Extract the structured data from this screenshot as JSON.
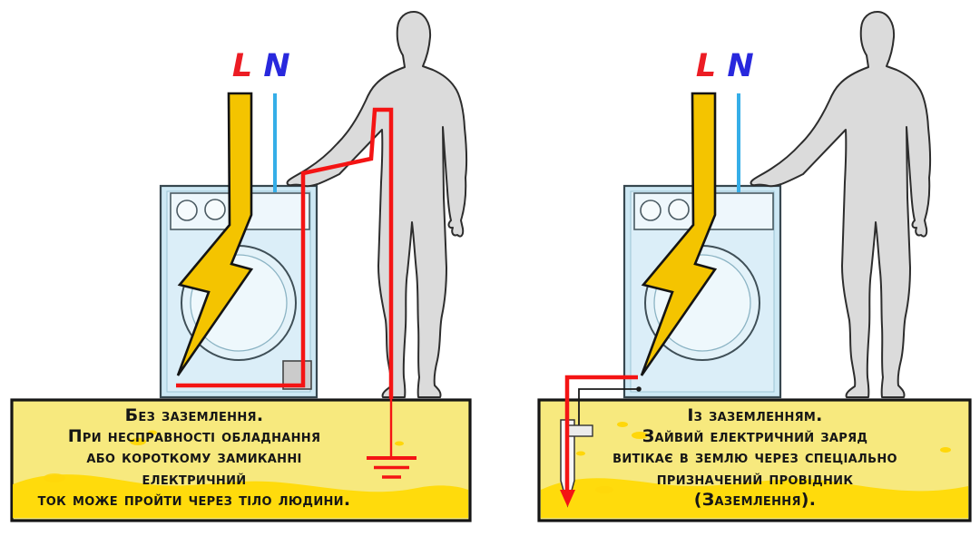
{
  "diagram": {
    "left_panel": {
      "live_label": "L",
      "neutral_label": "N",
      "caption": {
        "lines": [
          "Без заземлення.",
          "При несправності обладнання",
          "або короткому замиканні",
          "електричний",
          "ток може пройти через тіло людини."
        ]
      }
    },
    "right_panel": {
      "live_label": "L",
      "neutral_label": "N",
      "caption": {
        "lines": [
          "Із заземленням.",
          "Зайвий електричний заряд",
          "витікає в землю через спеціально",
          "призначений провідник",
          "(Заземлення)."
        ]
      }
    },
    "icons": {
      "lightning_bolt": "lightning-bolt-icon",
      "ground_symbol": "ground-symbol-icon",
      "ground_rod": "ground-rod-icon",
      "down_arrow": "down-arrow-icon"
    },
    "colors": {
      "live_label": "#ec1c24",
      "neutral_label": "#2828dd",
      "neutral_wire": "#35aee8",
      "fault_wire": "#f41414",
      "bolt_fill": "#f4c400",
      "ground_light": "#f7e97e",
      "ground_deep": "#ffd900",
      "machine_body": "#d8edf6",
      "person_fill": "#dbdbdb"
    }
  }
}
